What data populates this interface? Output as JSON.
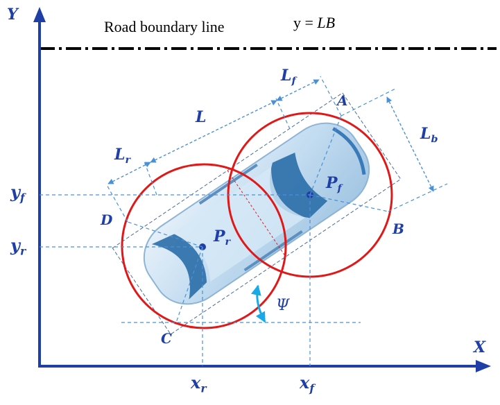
{
  "axes": {
    "x_label": "X",
    "y_label": "Y"
  },
  "road": {
    "caption": "Road boundary line",
    "equation_prefix": "y = ",
    "equation_var": "LB"
  },
  "dimensions": {
    "L": "L",
    "Lf_main": "L",
    "Lf_sub": "f",
    "Lr_main": "L",
    "Lr_sub": "r",
    "Lb_main": "L",
    "Lb_sub": "b"
  },
  "corners": {
    "A": "A",
    "B": "B",
    "C": "C",
    "D": "D"
  },
  "points": {
    "Pf_main": "P",
    "Pf_sub": "f",
    "Pr_main": "P",
    "Pr_sub": "r"
  },
  "ticks": {
    "xr_main": "x",
    "xr_sub": "r",
    "xf_main": "x",
    "xf_sub": "f",
    "yf_main": "y",
    "yf_sub": "f",
    "yr_main": "y",
    "yr_sub": "r"
  },
  "angle": {
    "symbol": "Ψ"
  },
  "colors": {
    "axis": "#1f3fa6",
    "circle": "#e01818",
    "dash": "#4a90d9",
    "angle_arrow": "#19a9e6",
    "car_body": "#bcd8ee",
    "car_glass": "#2a6ea8",
    "boundary": "#000000"
  }
}
